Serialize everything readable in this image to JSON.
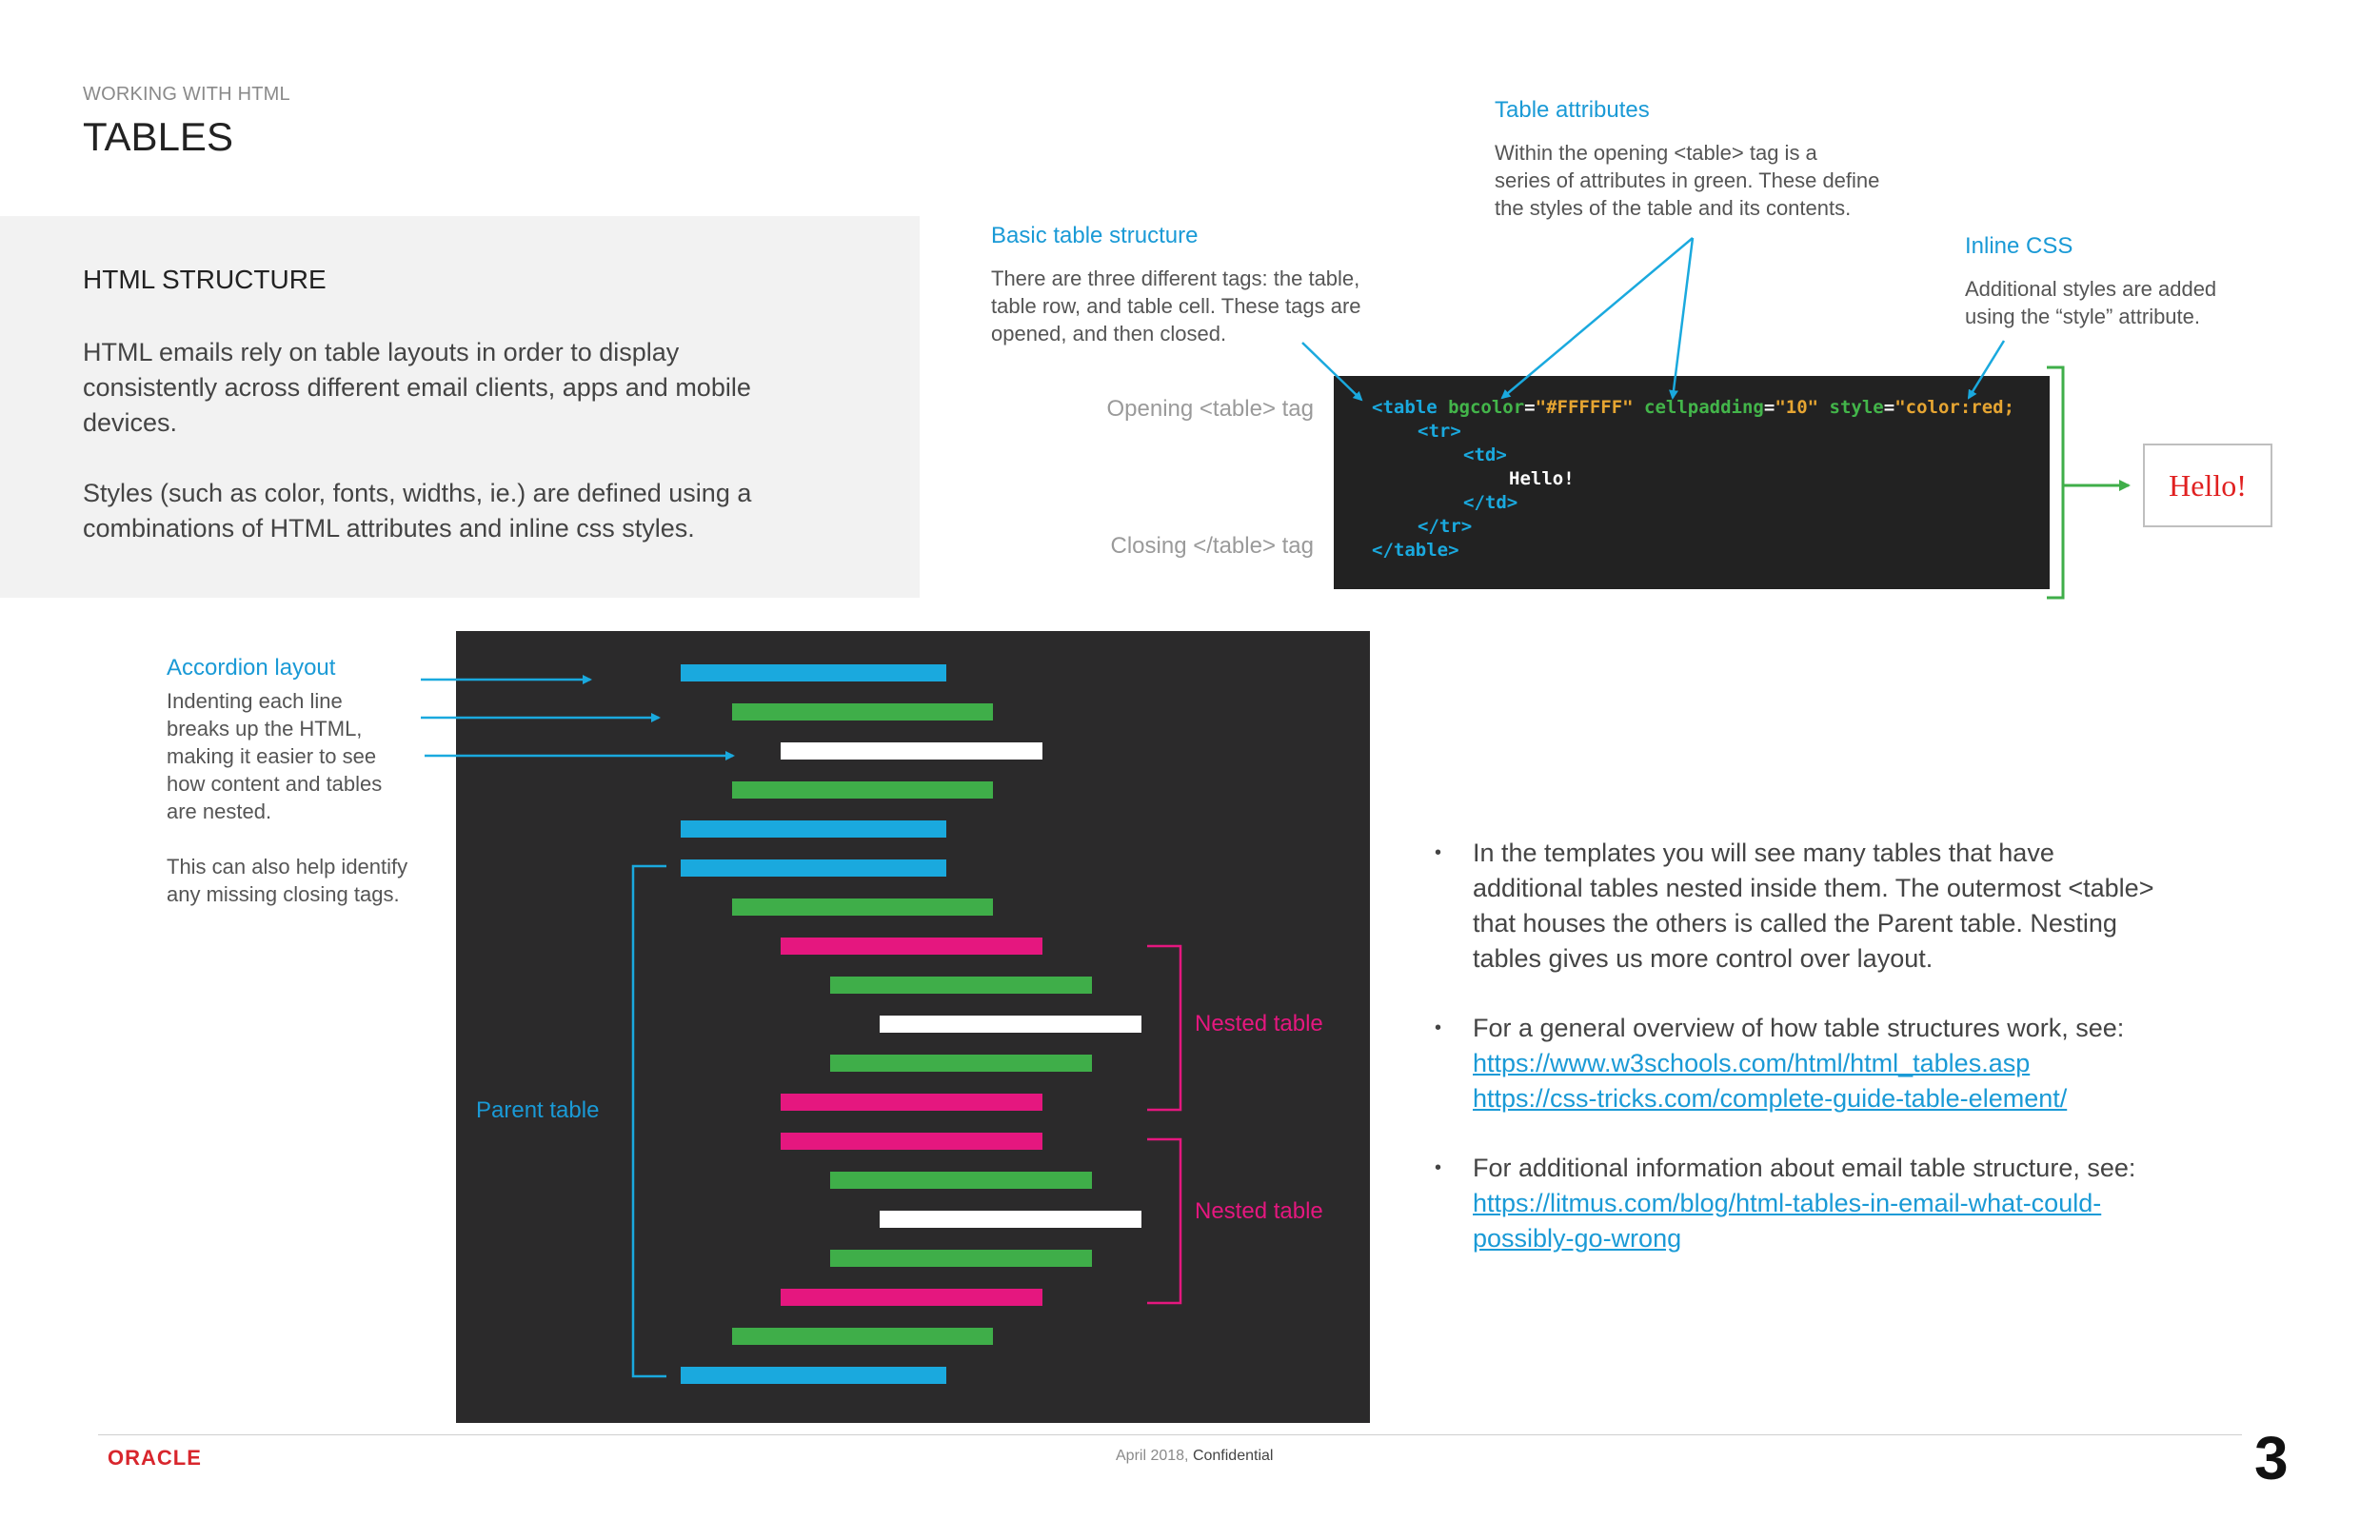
{
  "header": {
    "eyebrow": "WORKING WITH HTML",
    "title": "TABLES"
  },
  "structure": {
    "heading": "HTML STRUCTURE",
    "para1_lines": [
      "HTML emails rely on table layouts in order to display",
      "consistently across different email clients, apps and mobile",
      "devices."
    ],
    "para2_lines": [
      "Styles (such as color, fonts, widths, ie.) are defined using a",
      "combinations of HTML attributes and inline css styles."
    ]
  },
  "captions": {
    "basic": {
      "title": "Basic table structure",
      "lines": [
        "There are three different tags: the table,",
        "table row, and table cell. These tags are",
        "opened, and then closed."
      ]
    },
    "attributes": {
      "title": "Table attributes",
      "lines": [
        "Within the opening <table> tag is a",
        "series of attributes in green. These define",
        "the styles of the table and its contents."
      ]
    },
    "inline": {
      "title": "Inline CSS",
      "lines": [
        "Additional styles are added",
        "using the “style” attribute."
      ]
    },
    "opening_label": "Opening <table> tag",
    "closing_label": "Closing </table> tag"
  },
  "code": {
    "line1": {
      "open": "<table",
      "attr1": "bgcolor",
      "val1": "\"#FFFFFF\"",
      "attr2": "cellpadding",
      "val2": "\"10\"",
      "attr3": "style",
      "val3": "\"color:red;"
    },
    "line2": "<tr>",
    "line3": "<td>",
    "line4": "Hello!",
    "line5": "</td>",
    "line6": "</tr>",
    "line7": "</table>"
  },
  "hello_output": "Hello!",
  "accordion": {
    "title": "Accordion layout",
    "lines1": [
      "Indenting each line",
      "breaks up the HTML,",
      "making it easier to see",
      "how content and tables",
      "are nested."
    ],
    "lines2": [
      "This can also help identify",
      "any missing closing tags."
    ],
    "parent_label": "Parent table",
    "nested_label_1": "Nested table",
    "nested_label_2": "Nested table"
  },
  "colors": {
    "blue": "#1aa9de",
    "green": "#3fae49",
    "white": "#ffffff",
    "pink": "#e5177f",
    "link": "#1a9ad6"
  },
  "bullets": [
    {
      "lines": [
        "In the templates you will see many tables that have",
        "additional tables nested inside them. The outermost <table>",
        "that houses the others is called the Parent table. Nesting",
        "tables gives us more control over layout."
      ],
      "links": []
    },
    {
      "lines": [
        "For a general overview of how table structures work, see:"
      ],
      "links": [
        "https://www.w3schools.com/html/html_tables.asp",
        "https://css-tricks.com/complete-guide-table-element/"
      ]
    },
    {
      "lines": [
        "For additional information about email table structure, see:"
      ],
      "links": [
        "https://litmus.com/blog/html-tables-in-email-what-could-",
        "possibly-go-wrong"
      ]
    }
  ],
  "footer": {
    "logo": "ORACLE",
    "date": "April 2018,",
    "confidential": "Confidential",
    "page": "3"
  }
}
